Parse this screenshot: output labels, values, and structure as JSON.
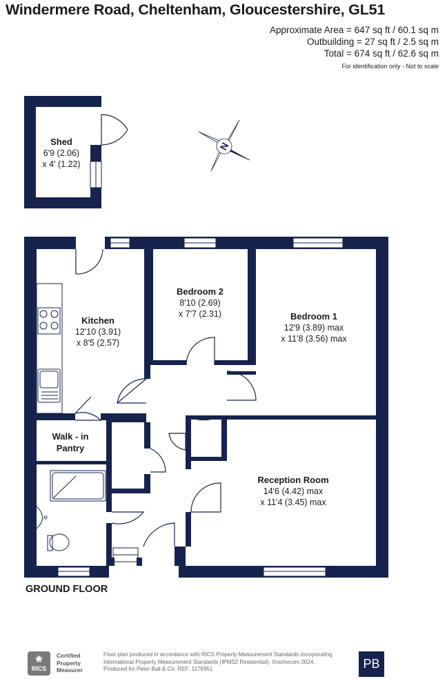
{
  "header": {
    "title": "Windermere Road, Cheltenham, Gloucestershire, GL51",
    "approx_area": "Approximate Area = 647 sq ft / 60.1 sq m",
    "outbuilding": "Outbuilding = 27 sq ft / 2.5 sq m",
    "total": "Total = 674 sq ft / 62.6 sq m",
    "disclaimer": "For identification only - Not to scale"
  },
  "compass": {
    "label": "N",
    "icon": "compass-rose-icon"
  },
  "rooms": {
    "shed": {
      "name": "Shed",
      "dim1": "6'9 (2.06)",
      "dim2": "x 4' (1.22)"
    },
    "kitchen": {
      "name": "Kitchen",
      "dim1": "12'10 (3.91)",
      "dim2": "x 8'5 (2.57)"
    },
    "bedroom2": {
      "name": "Bedroom 2",
      "dim1": "8'10 (2.69)",
      "dim2": "x 7'7 (2.31)"
    },
    "bedroom1": {
      "name": "Bedroom 1",
      "dim1": "12'9 (3.89) max",
      "dim2": "x 11'8 (3.56) max"
    },
    "pantry": {
      "name1": "Walk - in",
      "name2": "Pantry"
    },
    "reception": {
      "name": "Reception Room",
      "dim1": "14'6 (4.42) max",
      "dim2": "x 11'4 (3.45) max"
    }
  },
  "floor_label": "GROUND FLOOR",
  "footer": {
    "rics_mark": "RICS",
    "rics_line1": "Certified",
    "rics_line2": "Property",
    "rics_line3": "Measurer",
    "note1": "Floor plan produced in accordance with RICS Property Measurement Standards incorporating",
    "note2": "International Property Measurement Standards (IPMS2 Residential).  ©nichecom 2024.",
    "note3": "Produced for Peter Ball & Co.   REF:  1176951",
    "logo": "PB"
  },
  "colors": {
    "wall": "#16234e",
    "background": "#ffffff",
    "text": "#1a1a1a"
  }
}
